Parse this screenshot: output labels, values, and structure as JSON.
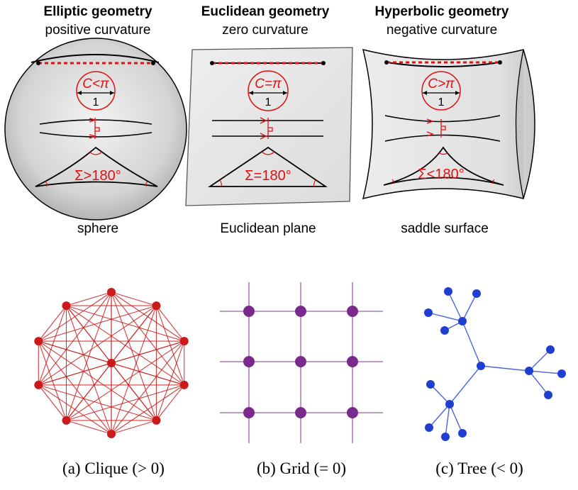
{
  "panels": [
    {
      "title": "Elliptic geometry",
      "subtitle": "positive curvature",
      "circ_label": "C<π",
      "radius_label": "1",
      "angle_label": "Σ>180°",
      "surface": "sphere"
    },
    {
      "title": "Euclidean geometry",
      "subtitle": "zero curvature",
      "circ_label": "C=π",
      "radius_label": "1",
      "angle_label": "Σ=180°",
      "surface": "Euclidean plane"
    },
    {
      "title": "Hyperbolic geometry",
      "subtitle": "negative curvature",
      "circ_label": "C>π",
      "radius_label": "1",
      "angle_label": "Σ<180°",
      "surface": "saddle surface"
    }
  ],
  "graphs": [
    {
      "caption": "(a) Clique (> 0)",
      "color": "#cc1a1a"
    },
    {
      "caption": "(b) Grid (= 0)",
      "color": "#7a2a8c"
    },
    {
      "caption": "(c) Tree (< 0)",
      "color": "#1f3fd1"
    }
  ],
  "colors": {
    "accent_red": "#e01010",
    "line": "#000000",
    "surface_gray": "#d9d9d9"
  }
}
